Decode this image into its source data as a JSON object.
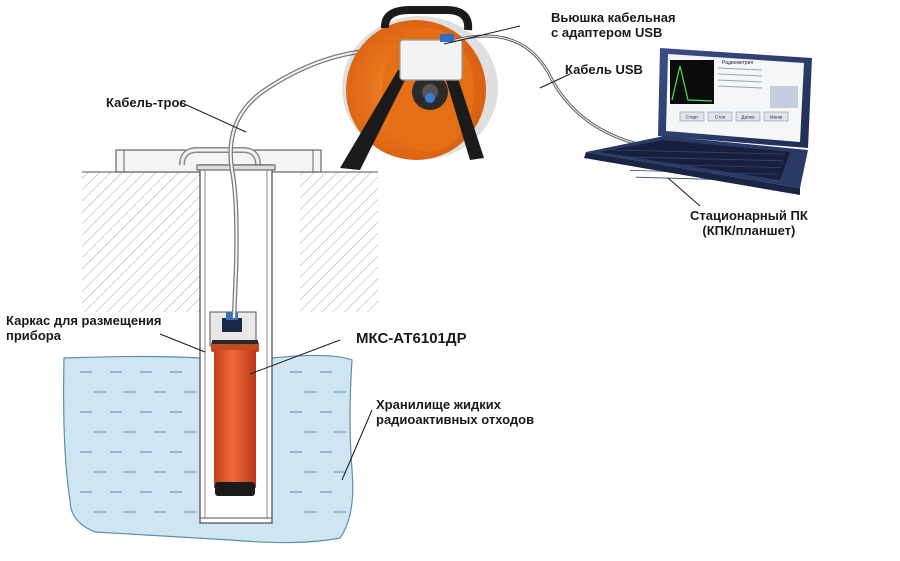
{
  "labels": {
    "reel": {
      "line1": "Вьюшка кабельная",
      "line2": "с адаптером USB"
    },
    "usb_cable": "Кабель USB",
    "cable_rope": "Кабель-трос",
    "pc": {
      "line1": "Стационарный ПК",
      "line2": "(КПК/планшет)"
    },
    "frame": {
      "line1": "Каркас для размещения",
      "line2": "прибора"
    },
    "device": "МКС-АТ6101ДР",
    "storage": {
      "line1": "Хранилище жидких",
      "line2": "радиоактивных отходов"
    }
  },
  "screen": {
    "title": "Радиометрия",
    "buttons": [
      "Старт",
      "Стоп",
      "Далее",
      "Меню"
    ]
  },
  "colors": {
    "water": "#cfe6f2",
    "water_edge": "#5b8fae",
    "probe": "#e8582b",
    "reel": "#f07a1e",
    "laptop": "#2d3f6e",
    "ground_hatch": "#9a9a9a"
  }
}
